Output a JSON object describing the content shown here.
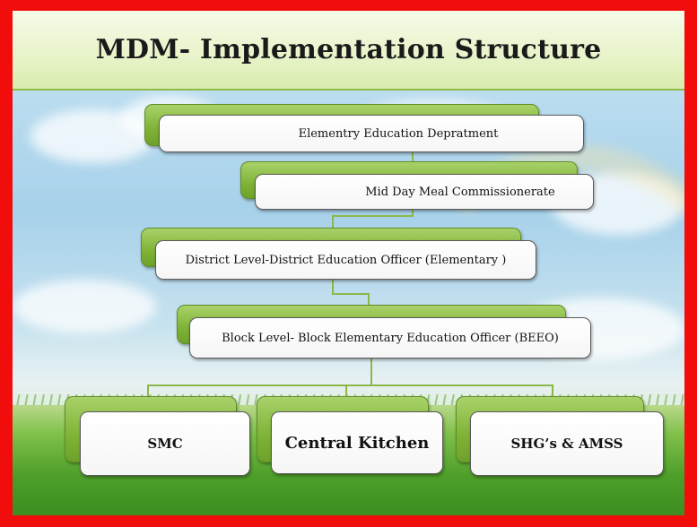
{
  "slide": {
    "title": "MDM- Implementation Structure"
  },
  "levels": [
    {
      "label": "Elementry Education Depratment"
    },
    {
      "label": "Mid Day Meal Commissionerate"
    },
    {
      "label": "District Level-District Education Officer (Elementary )"
    },
    {
      "label": "Block Level- Block Elementary Education Officer (BEEO)"
    }
  ],
  "units": [
    {
      "label": "SMC"
    },
    {
      "label": "Central Kitchen"
    },
    {
      "label": "SHG’s & AMSS"
    }
  ],
  "colors": {
    "border": "#f20d0d",
    "tab_green": "#7fb336",
    "connector": "#8cb84a",
    "title_band": "#e7f3c8"
  }
}
